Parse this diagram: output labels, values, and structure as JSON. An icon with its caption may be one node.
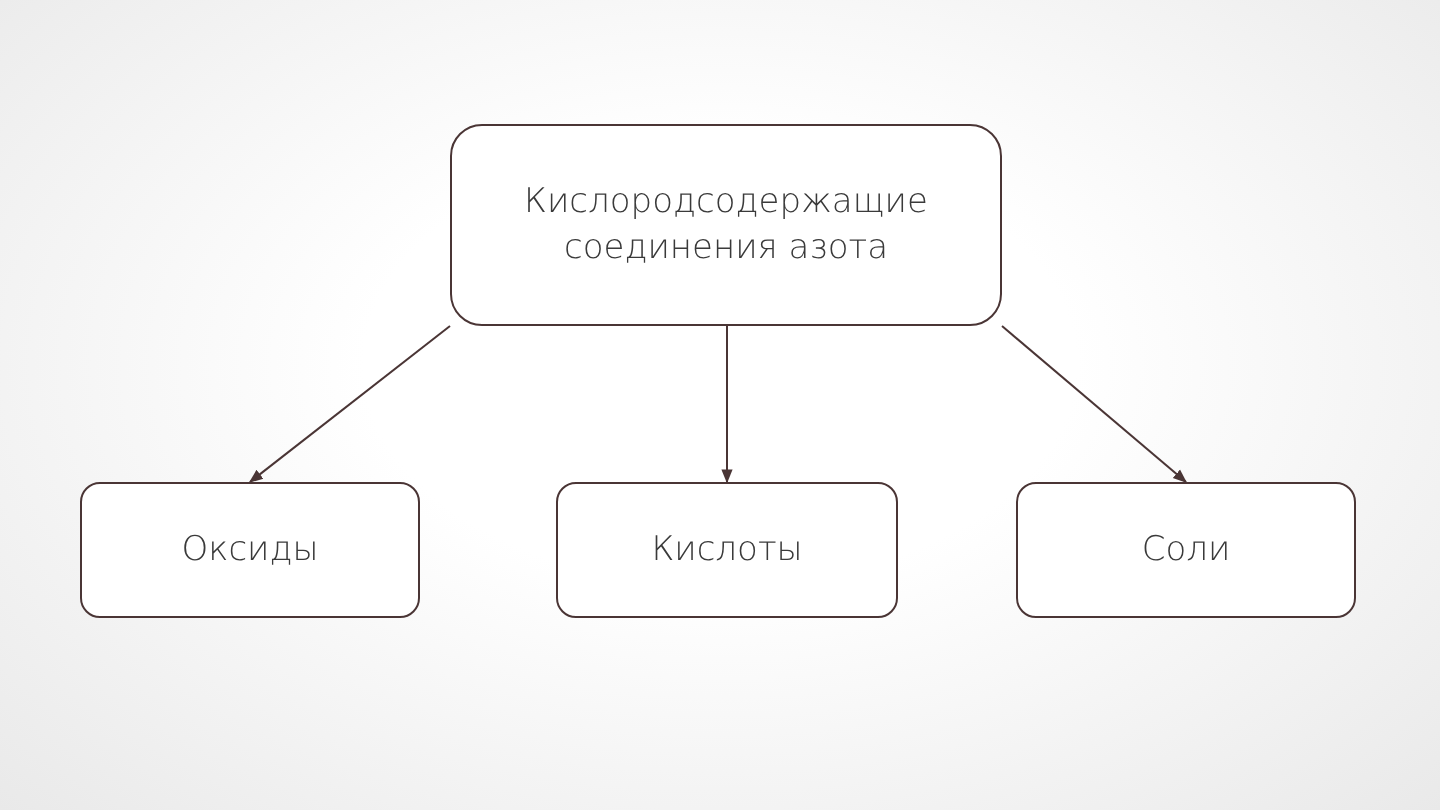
{
  "diagram": {
    "nodes": [
      {
        "text": [
          "Кислородсодержащие соединения азота"
        ]
      },
      {
        "text": [
          "Оксиды"
        ]
      },
      {
        "text": [
          "Кислоты"
        ]
      },
      {
        "text": [
          "Соли"
        ]
      }
    ],
    "edges": [
      {
        "from": 0,
        "to": 1,
        "arrow": "to"
      },
      {
        "from": 0,
        "to": 2,
        "arrow": "to"
      },
      {
        "from": 0,
        "to": 3,
        "arrow": "to"
      }
    ]
  }
}
